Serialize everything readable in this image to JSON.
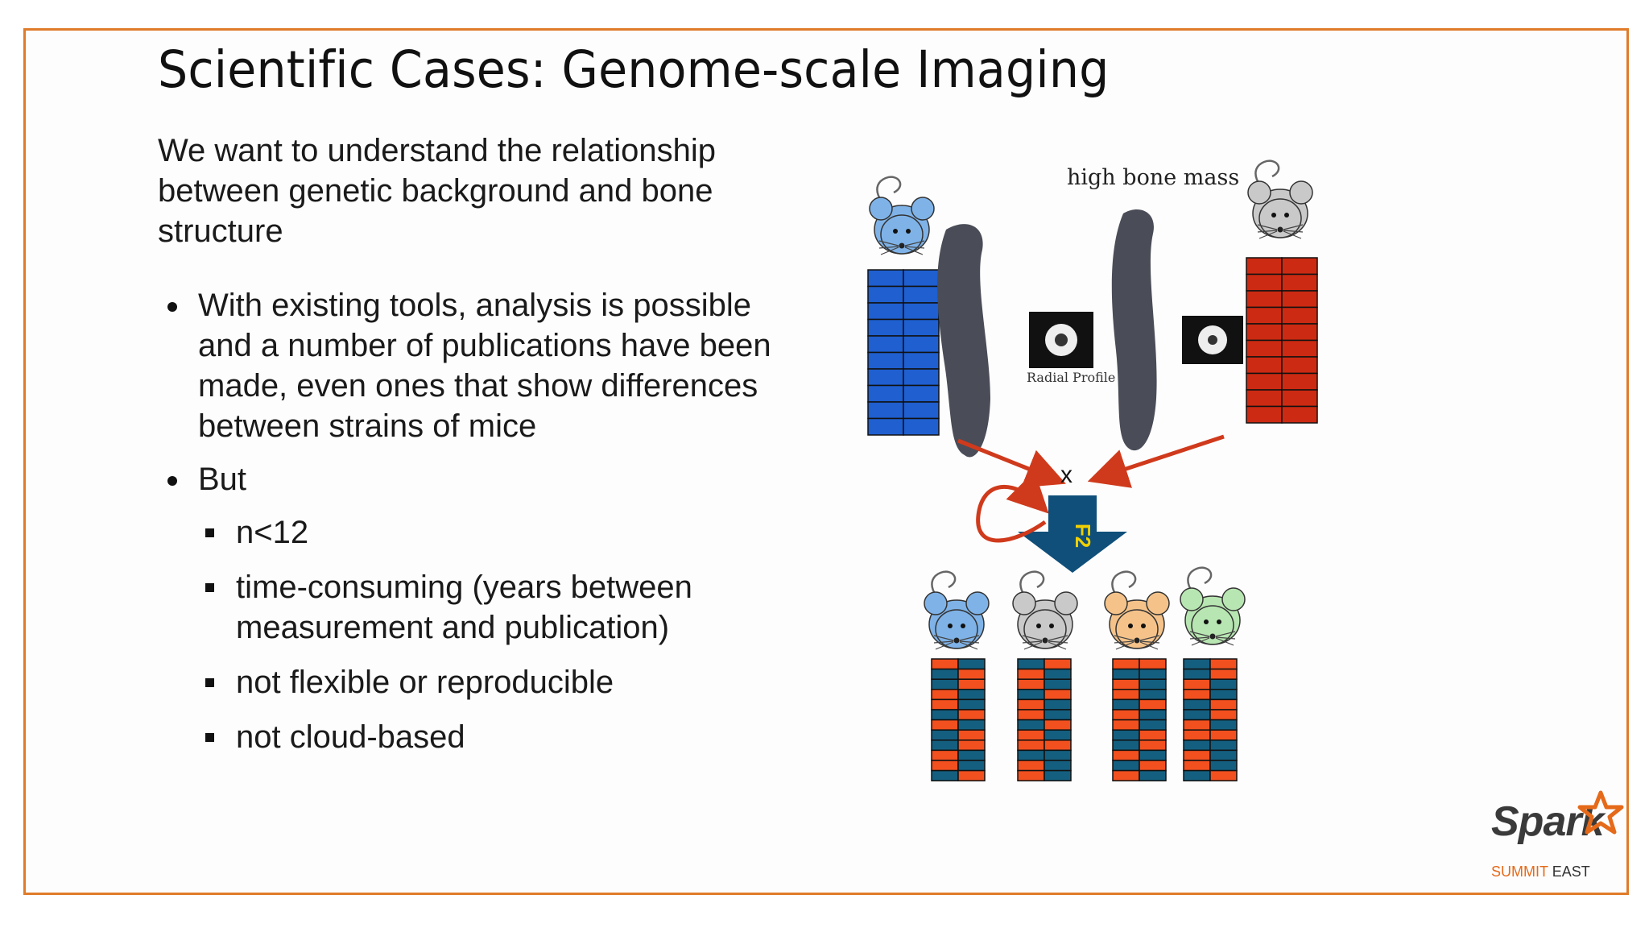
{
  "title": "Scientific Cases: Genome-scale Imaging",
  "intro": "We want to understand the relationship between genetic background and bone structure",
  "bullets": [
    {
      "text": "With existing tools, analysis is possible and a number of publications have been made, even ones that show differences between strains of mice"
    },
    {
      "text": "But",
      "sub": [
        "n<12",
        "time-consuming (years between measurement and publication)",
        "not flexible or reproducible",
        "not cloud-based"
      ]
    }
  ],
  "figure": {
    "label_high_bone_mass": "high bone mass",
    "label_radial_profile": "Radial Profile",
    "label_cross": "x",
    "label_f2": "F2"
  },
  "logo": {
    "word": "Spark",
    "summit": "SUMMIT",
    "east": "EAST"
  },
  "colors": {
    "frame": "#e07b2a",
    "blue_genome": "#1f5fcf",
    "red_genome": "#cc2a12",
    "f2_teal": "#145f80",
    "f2_orange": "#f2501f",
    "arrow_red": "#d03a1c",
    "f2_arrow": "#0f4f7a"
  }
}
